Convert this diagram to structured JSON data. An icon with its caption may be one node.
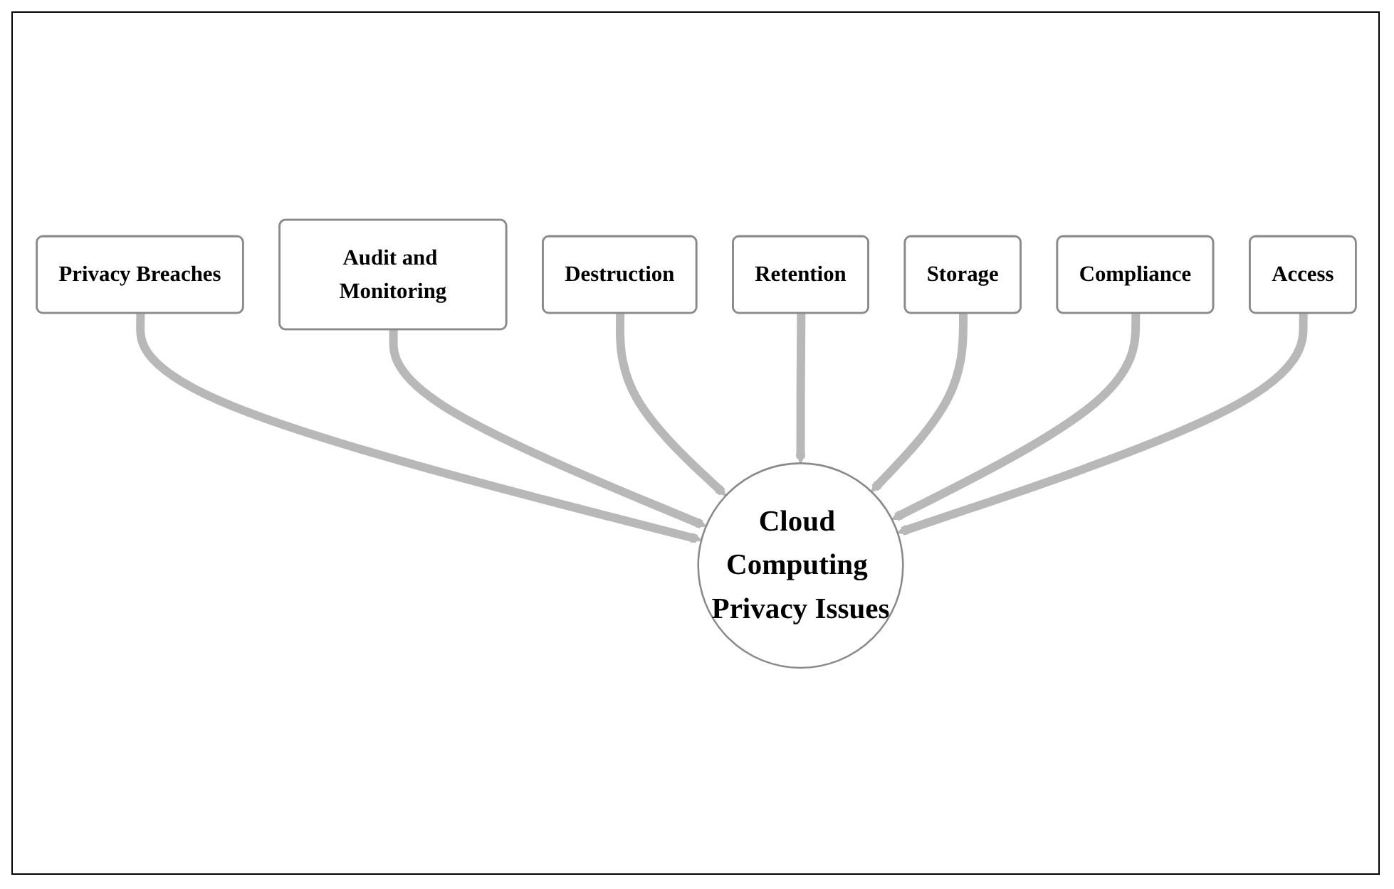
{
  "diagram": {
    "nodes": [
      {
        "text": [
          "Privacy Breaches"
        ]
      },
      {
        "text": [
          "Audit and Monitoring"
        ]
      },
      {
        "text": [
          "Destruction"
        ]
      },
      {
        "text": [
          "Retention"
        ]
      },
      {
        "text": [
          "Storage"
        ]
      },
      {
        "text": [
          "Compliance"
        ]
      },
      {
        "text": [
          "Access"
        ]
      },
      {
        "text": [
          "Cloud Computing Privacy Issues"
        ]
      }
    ],
    "edges": [
      {
        "from": 0,
        "to": 7,
        "arrow": "to"
      },
      {
        "from": 1,
        "to": 7,
        "arrow": "to"
      },
      {
        "from": 2,
        "to": 7,
        "arrow": "to"
      },
      {
        "from": 3,
        "to": 7,
        "arrow": "to"
      },
      {
        "from": 4,
        "to": 7,
        "arrow": "to"
      },
      {
        "from": 5,
        "to": 7,
        "arrow": "to"
      },
      {
        "from": 6,
        "to": 7,
        "arrow": "to"
      }
    ]
  }
}
